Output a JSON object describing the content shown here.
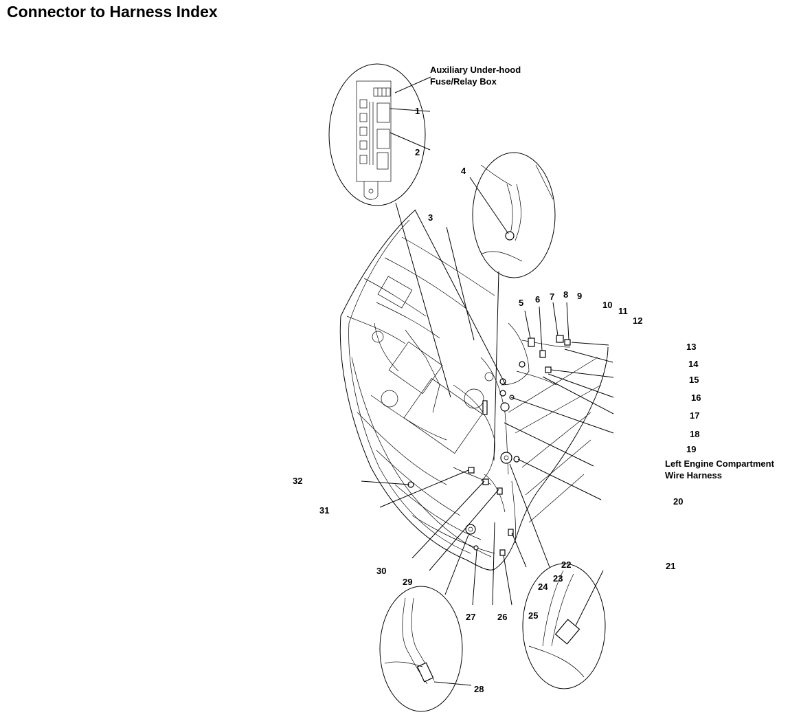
{
  "title": "Connector to Harness Index",
  "labels": {
    "aux_box_line1": "Auxiliary Under-hood",
    "aux_box_line2": "Fuse/Relay Box",
    "harness_line1": "Left Engine Compartment",
    "harness_line2": "Wire Harness"
  },
  "callouts": [
    "1",
    "2",
    "3",
    "4",
    "5",
    "6",
    "7",
    "8",
    "9",
    "10",
    "11",
    "12",
    "13",
    "14",
    "15",
    "16",
    "17",
    "18",
    "19",
    "20",
    "21",
    "22",
    "23",
    "24",
    "25",
    "26",
    "27",
    "28",
    "29",
    "30",
    "31",
    "32"
  ]
}
